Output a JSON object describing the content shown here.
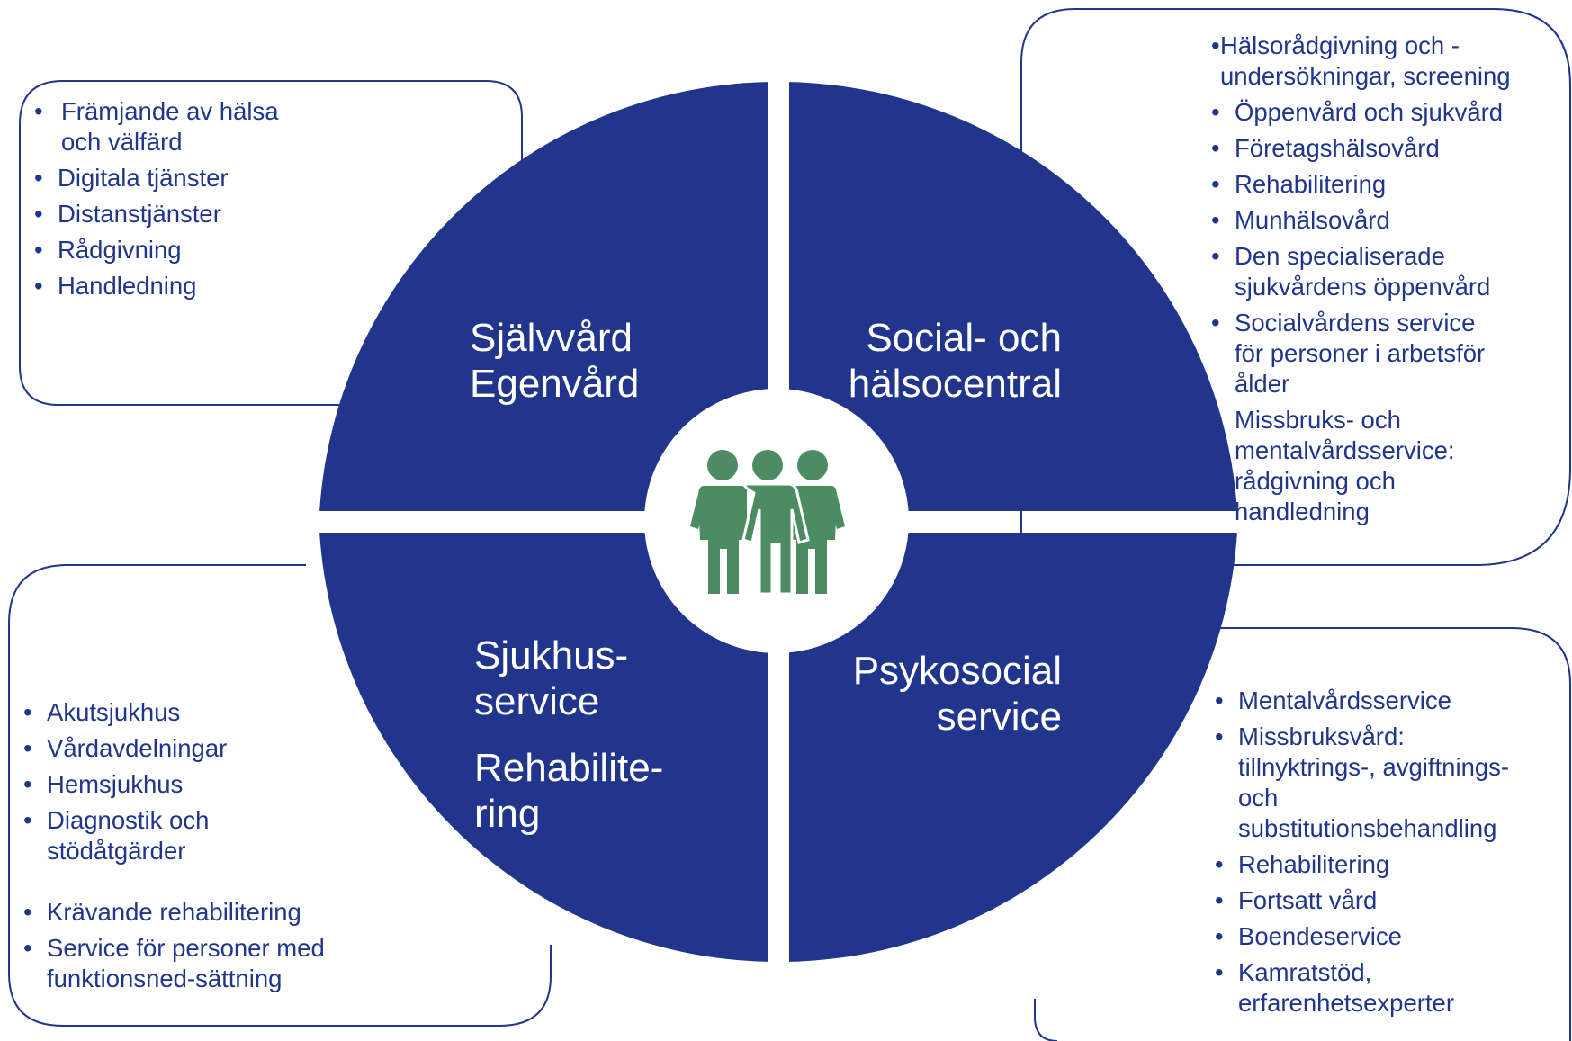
{
  "colors": {
    "quadrant": "#22358c",
    "icon": "#4d8c62",
    "box_border": "#22358c",
    "text": "#22358c",
    "quadrant_text": "#ffffff"
  },
  "center_icon": "group-of-people-icon",
  "quadrants": {
    "top_left": {
      "label": "Självvård\nEgenvård"
    },
    "top_right": {
      "label": "Social- och\nhälsocentral"
    },
    "bottom_left": {
      "label_1": "Sjukhus-\nservice",
      "label_2": "Rehabilite-\nring"
    },
    "bottom_right": {
      "label": "Psykosocial\nservice"
    }
  },
  "boxes": {
    "top_left": {
      "items": [
        "Främjande av hälsa\noch välfärd",
        "Digitala tjänster",
        "Distanstjänster",
        "Rådgivning",
        "Handledning"
      ]
    },
    "top_right": {
      "items": [
        "Hälsorådgivning och -\nundersökningar, screening",
        "Öppenvård och sjukvård",
        "Företagshälsovård",
        "Rehabilitering",
        "Munhälsovård",
        "Den specialiserade\nsjukvårdens öppenvård",
        "Socialvårdens service\nför personer i arbetsför\nålder",
        "Missbruks- och\nmentalvårdsservice:\nrådgivning och\nhandledning"
      ]
    },
    "bottom_left": {
      "items": [
        "Akutsjukhus",
        "Vårdavdelningar",
        "Hemsjukhus",
        "Diagnostik och\nstödåtgärder",
        "Krävande rehabilitering",
        "Service för personer med\nfunktionsned-sättning"
      ]
    },
    "bottom_right": {
      "items": [
        "Mentalvårdsservice",
        "Missbruksvård:\ntillnyktrings-, avgiftnings-\noch\nsubstitutionsbehandling",
        "Rehabilitering",
        "Fortsatt vård",
        "Boendeservice",
        "Kamratstöd,\nerfarenhetsexperter"
      ]
    }
  }
}
